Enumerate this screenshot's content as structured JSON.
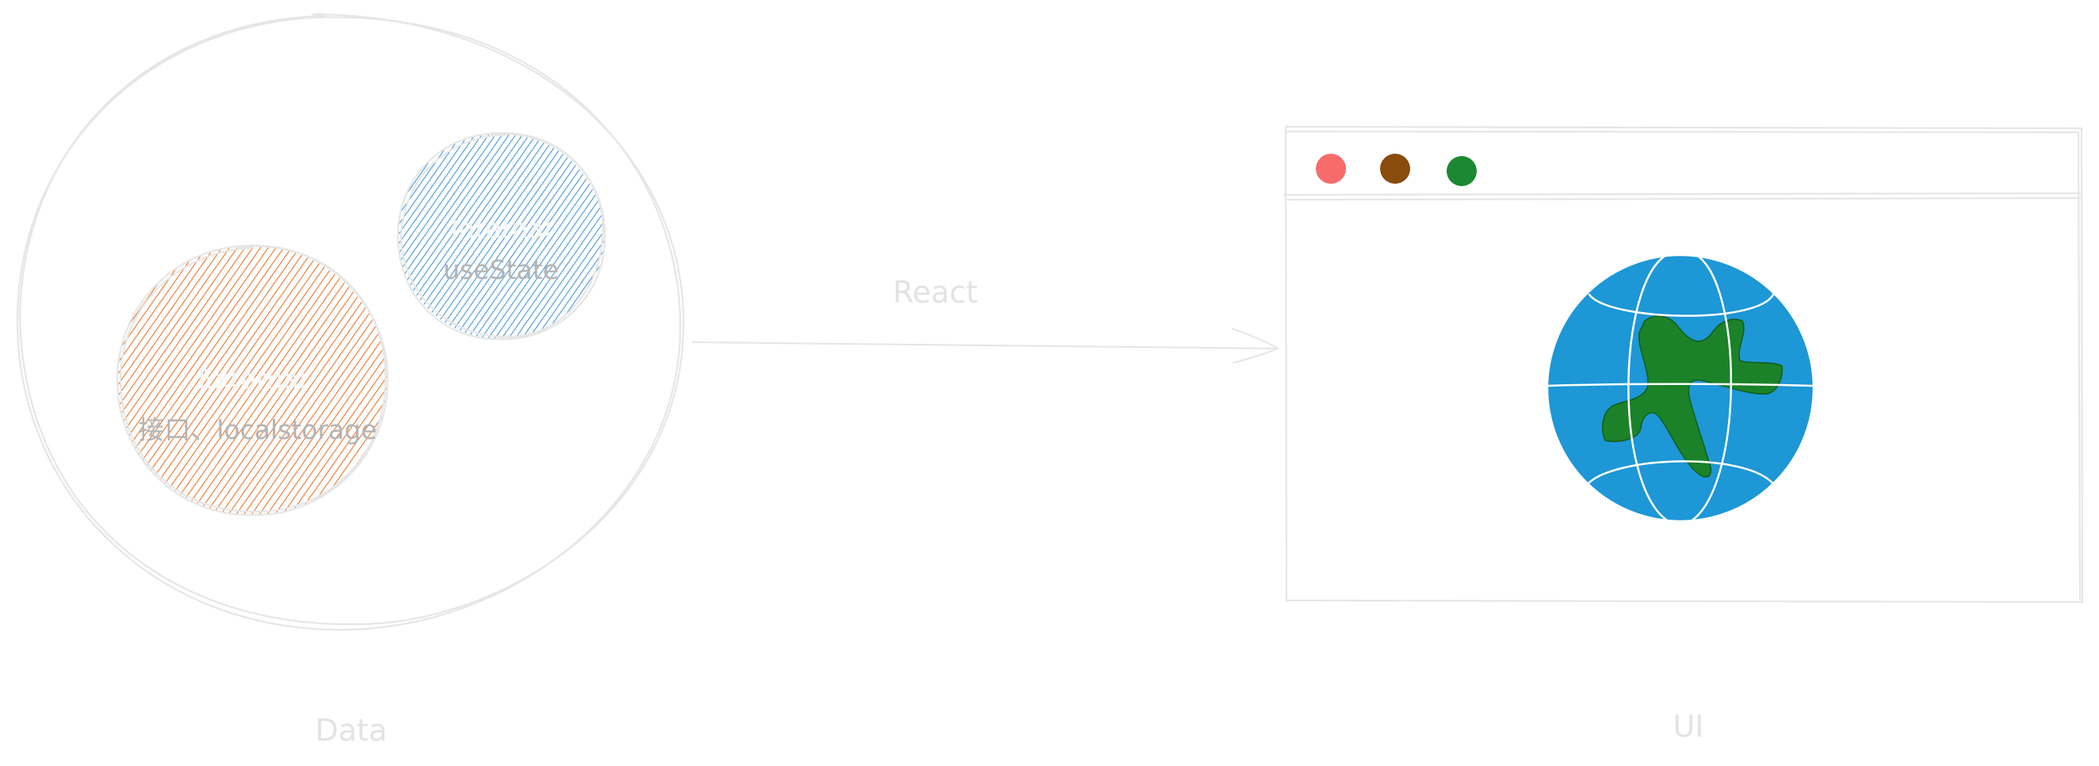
{
  "data_group": {
    "label": "Data",
    "external_data": {
      "title": "External",
      "detail": "接口、localstorage",
      "color": "#e8762b"
    },
    "internal_data": {
      "title": "Internal",
      "detail": "useState",
      "color": "#3b8fd9"
    }
  },
  "arrow": {
    "label": "React"
  },
  "ui_window": {
    "label": "UI",
    "controls": {
      "close_color": "#f86b6b",
      "minimize_color": "#8a4c0d",
      "maximize_color": "#1c8832"
    },
    "globe": {
      "ocean_color": "#1d97d6",
      "land_color": "#1c8229"
    }
  }
}
